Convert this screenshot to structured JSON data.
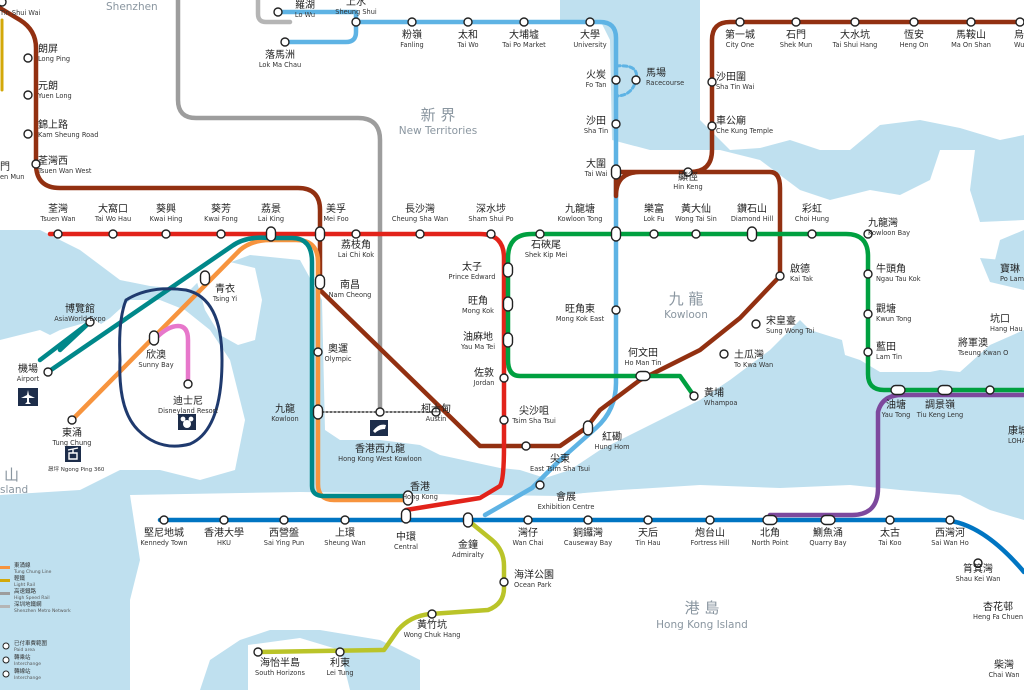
{
  "colors": {
    "water": "#bfe0ef",
    "land": "#ffffff",
    "tsuen_wan": "#e2231a",
    "east_rail": "#5eb3e4",
    "tuen_ma": "#923011",
    "kwun_tong": "#00a040",
    "island": "#0075c2",
    "tseung_kwan_o": "#7d499d",
    "south_island": "#bac429",
    "tung_chung": "#f7943e",
    "airport_express": "#00888a",
    "disneyland": "#e777cb",
    "high_speed": "#9d9d9d",
    "shenzhen": "#b5b5b5",
    "region_label": "#8a96a0",
    "highlight": "#1f3a6e"
  },
  "regions": [
    {
      "id": "shenzhen",
      "text": "Shenzhen"
    },
    {
      "id": "nt_zh",
      "text": "新 界"
    },
    {
      "id": "nt_en",
      "text": "New Territories"
    },
    {
      "id": "kln_zh",
      "text": "九 龍"
    },
    {
      "id": "kln_en",
      "text": "Kowloon"
    },
    {
      "id": "hk_zh",
      "text": "港 島"
    },
    {
      "id": "hk_en",
      "text": "Hong Kong Island"
    },
    {
      "id": "lantau_zh",
      "text": "山"
    },
    {
      "id": "lantau_en",
      "text": "sland"
    }
  ],
  "stations": [
    {
      "id": "tin-shui-wai",
      "zh": "",
      "en": "Tin Shui Wai"
    },
    {
      "id": "long-ping",
      "zh": "朗屏",
      "en": "Long Ping"
    },
    {
      "id": "yuen-long",
      "zh": "元朗",
      "en": "Yuen Long"
    },
    {
      "id": "kam-sheung-road",
      "zh": "錦上路",
      "en": "Kam Sheung Road"
    },
    {
      "id": "tsuen-wan-west",
      "zh": "荃灣西",
      "en": "Tsuen Wan West"
    },
    {
      "id": "tuen-mun",
      "zh": "門",
      "en": "en Mun"
    },
    {
      "id": "lo-wu",
      "zh": "羅湖",
      "en": "Lo Wu"
    },
    {
      "id": "sheung-shui",
      "zh": "上水",
      "en": "Sheung Shui"
    },
    {
      "id": "lok-ma-chau",
      "zh": "落馬洲",
      "en": "Lok Ma Chau"
    },
    {
      "id": "fanling",
      "zh": "粉嶺",
      "en": "Fanling"
    },
    {
      "id": "tai-wo",
      "zh": "太和",
      "en": "Tai Wo"
    },
    {
      "id": "tai-po-market",
      "zh": "大埔墟",
      "en": "Tai Po Market"
    },
    {
      "id": "university",
      "zh": "大學",
      "en": "University"
    },
    {
      "id": "fo-tan",
      "zh": "火炭",
      "en": "Fo Tan"
    },
    {
      "id": "racecourse",
      "zh": "馬場",
      "en": "Racecourse"
    },
    {
      "id": "sha-tin",
      "zh": "沙田",
      "en": "Sha Tin"
    },
    {
      "id": "tai-wai",
      "zh": "大圍",
      "en": "Tai Wai"
    },
    {
      "id": "city-one",
      "zh": "第一城",
      "en": "City One"
    },
    {
      "id": "shek-mun",
      "zh": "石門",
      "en": "Shek Mun"
    },
    {
      "id": "tai-shui-hang",
      "zh": "大水坑",
      "en": "Tai Shui Hang"
    },
    {
      "id": "heng-on",
      "zh": "恆安",
      "en": "Heng On"
    },
    {
      "id": "ma-on-shan",
      "zh": "馬鞍山",
      "en": "Ma On Shan"
    },
    {
      "id": "wu-kai-sha",
      "zh": "烏",
      "en": "Wu"
    },
    {
      "id": "sha-tin-wai",
      "zh": "沙田圍",
      "en": "Sha Tin Wai"
    },
    {
      "id": "che-kung-temple",
      "zh": "車公廟",
      "en": "Che Kung Temple"
    },
    {
      "id": "hin-keng",
      "zh": "顯徑",
      "en": "Hin Keng"
    },
    {
      "id": "tsuen-wan",
      "zh": "荃灣",
      "en": "Tsuen Wan"
    },
    {
      "id": "tai-wo-hau",
      "zh": "大窩口",
      "en": "Tai Wo Hau"
    },
    {
      "id": "kwai-hing",
      "zh": "葵興",
      "en": "Kwai Hing"
    },
    {
      "id": "kwai-fong",
      "zh": "葵芳",
      "en": "Kwai Fong"
    },
    {
      "id": "lai-king",
      "zh": "荔景",
      "en": "Lai King"
    },
    {
      "id": "mei-foo",
      "zh": "美孚",
      "en": "Mei Foo"
    },
    {
      "id": "lai-chi-kok",
      "zh": "荔枝角",
      "en": "Lai Chi Kok"
    },
    {
      "id": "cheung-sha-wan",
      "zh": "長沙灣",
      "en": "Cheung Sha Wan"
    },
    {
      "id": "sham-shui-po",
      "zh": "深水埗",
      "en": "Sham Shui Po"
    },
    {
      "id": "kowloon-tong",
      "zh": "九龍塘",
      "en": "Kowloon Tong"
    },
    {
      "id": "lok-fu",
      "zh": "樂富",
      "en": "Lok Fu"
    },
    {
      "id": "wong-tai-sin",
      "zh": "黃大仙",
      "en": "Wong Tai Sin"
    },
    {
      "id": "diamond-hill",
      "zh": "鑽石山",
      "en": "Diamond Hill"
    },
    {
      "id": "choi-hung",
      "zh": "彩虹",
      "en": "Choi Hung"
    },
    {
      "id": "kowloon-bay",
      "zh": "九龍灣",
      "en": "Kowloon Bay"
    },
    {
      "id": "ngau-tau-kok",
      "zh": "牛頭角",
      "en": "Ngau Tau Kok"
    },
    {
      "id": "kwun-tong",
      "zh": "觀塘",
      "en": "Kwun Tong"
    },
    {
      "id": "lam-tin",
      "zh": "藍田",
      "en": "Lam Tin"
    },
    {
      "id": "po-lam",
      "zh": "寶琳",
      "en": "Po Lam"
    },
    {
      "id": "hang-hau",
      "zh": "坑口",
      "en": "Hang Hau"
    },
    {
      "id": "tseung-kwan-o",
      "zh": "將軍澳",
      "en": "Tseung Kwan O"
    },
    {
      "id": "lohas-park",
      "zh": "康城",
      "en": "LOHAS Park"
    },
    {
      "id": "tiu-keng-leng",
      "zh": "調景嶺",
      "en": "Tiu Keng Leng"
    },
    {
      "id": "yau-tong",
      "zh": "油塘",
      "en": "Yau Tong"
    },
    {
      "id": "shek-kip-mei",
      "zh": "石硤尾",
      "en": "Shek Kip Mei"
    },
    {
      "id": "prince-edward",
      "zh": "太子",
      "en": "Prince Edward"
    },
    {
      "id": "mong-kok",
      "zh": "旺角",
      "en": "Mong Kok"
    },
    {
      "id": "mong-kok-east",
      "zh": "旺角東",
      "en": "Mong Kok East"
    },
    {
      "id": "yau-ma-tei",
      "zh": "油麻地",
      "en": "Yau Ma Tei"
    },
    {
      "id": "jordan",
      "zh": "佐敦",
      "en": "Jordan"
    },
    {
      "id": "tsim-sha-tsui",
      "zh": "尖沙咀",
      "en": "Tsim Sha Tsui"
    },
    {
      "id": "east-tsim-sha-tsui",
      "zh": "尖東",
      "en": "East Tsim Sha Tsui"
    },
    {
      "id": "hung-hom",
      "zh": "紅磡",
      "en": "Hung Hom"
    },
    {
      "id": "ho-man-tin",
      "zh": "何文田",
      "en": "Ho Man Tin"
    },
    {
      "id": "whampoa",
      "zh": "黃埔",
      "en": "Whampoa"
    },
    {
      "id": "to-kwa-wan",
      "zh": "土瓜灣",
      "en": "To Kwa Wan"
    },
    {
      "id": "sung-wong-toi",
      "zh": "宋皇臺",
      "en": "Sung Wong Toi"
    },
    {
      "id": "kai-tak",
      "zh": "啟德",
      "en": "Kai Tak"
    },
    {
      "id": "austin",
      "zh": "柯士甸",
      "en": "Austin"
    },
    {
      "id": "hk-west-kowloon",
      "zh": "香港西九龍",
      "en": "Hong Kong West Kowloon"
    },
    {
      "id": "kowloon",
      "zh": "九龍",
      "en": "Kowloon"
    },
    {
      "id": "olympic",
      "zh": "奧運",
      "en": "Olympic"
    },
    {
      "id": "nam-cheong",
      "zh": "南昌",
      "en": "Nam Cheong"
    },
    {
      "id": "tsing-yi",
      "zh": "青衣",
      "en": "Tsing Yi"
    },
    {
      "id": "asiaworld-expo",
      "zh": "博覽館",
      "en": "AsiaWorld-Expo"
    },
    {
      "id": "airport",
      "zh": "機場",
      "en": "Airport"
    },
    {
      "id": "sunny-bay",
      "zh": "欣澳",
      "en": "Sunny Bay"
    },
    {
      "id": "disneyland-resort",
      "zh": "迪士尼",
      "en": "Disneyland Resort"
    },
    {
      "id": "tung-chung",
      "zh": "東涌",
      "en": "Tung Chung"
    },
    {
      "id": "hong-kong",
      "zh": "香港",
      "en": "Hong Kong"
    },
    {
      "id": "central",
      "zh": "中環",
      "en": "Central"
    },
    {
      "id": "admiralty",
      "zh": "金鐘",
      "en": "Admiralty"
    },
    {
      "id": "exhibition-centre",
      "zh": "會展",
      "en": "Exhibition Centre"
    },
    {
      "id": "wan-chai",
      "zh": "灣仔",
      "en": "Wan Chai"
    },
    {
      "id": "causeway-bay",
      "zh": "銅鑼灣",
      "en": "Causeway Bay"
    },
    {
      "id": "tin-hau",
      "zh": "天后",
      "en": "Tin Hau"
    },
    {
      "id": "fortress-hill",
      "zh": "炮台山",
      "en": "Fortress Hill"
    },
    {
      "id": "north-point",
      "zh": "北角",
      "en": "North Point"
    },
    {
      "id": "quarry-bay",
      "zh": "鰂魚涌",
      "en": "Quarry Bay"
    },
    {
      "id": "tai-koo",
      "zh": "太古",
      "en": "Tai Koo"
    },
    {
      "id": "sai-wan-ho",
      "zh": "西灣河",
      "en": "Sai Wan Ho"
    },
    {
      "id": "shau-kei-wan",
      "zh": "筲箕灣",
      "en": "Shau Kei Wan"
    },
    {
      "id": "heng-fa-chuen",
      "zh": "杏花邨",
      "en": "Heng Fa Chuen"
    },
    {
      "id": "chai-wan",
      "zh": "柴灣",
      "en": "Chai Wan"
    },
    {
      "id": "kennedy-town",
      "zh": "堅尼地城",
      "en": "Kennedy Town"
    },
    {
      "id": "hku",
      "zh": "香港大學",
      "en": "HKU"
    },
    {
      "id": "sai-ying-pun",
      "zh": "西營盤",
      "en": "Sai Ying Pun"
    },
    {
      "id": "sheung-wan",
      "zh": "上環",
      "en": "Sheung Wan"
    },
    {
      "id": "ocean-park",
      "zh": "海洋公園",
      "en": "Ocean Park"
    },
    {
      "id": "wong-chuk-hang",
      "zh": "黃竹坑",
      "en": "Wong Chuk Hang"
    },
    {
      "id": "lei-tung",
      "zh": "利東",
      "en": "Lei Tung"
    },
    {
      "id": "south-horizons",
      "zh": "海怡半島",
      "en": "South Horizons"
    }
  ],
  "ngong_ping": "昂坪 Ngong Ping 360",
  "legend": {
    "lines": [
      {
        "zh": "東涌線",
        "en": "Tung Chung Line",
        "color": "#f7943e"
      },
      {
        "zh": "輕鐵",
        "en": "Light Rail",
        "color": "#d3a809"
      },
      {
        "zh": "高速鐵路",
        "en": "High Speed Rail",
        "color": "#9d9d9d"
      },
      {
        "zh": "深圳地鐵網",
        "en": "Shenzhen Metro Network",
        "color": "#b5b5b5"
      }
    ],
    "symbols": [
      {
        "zh": "已付車費範圍",
        "en": "Paid area"
      },
      {
        "zh": "轉乘站",
        "en": "Interchange"
      },
      {
        "zh": "轉線站",
        "en": "Interchange"
      }
    ]
  }
}
